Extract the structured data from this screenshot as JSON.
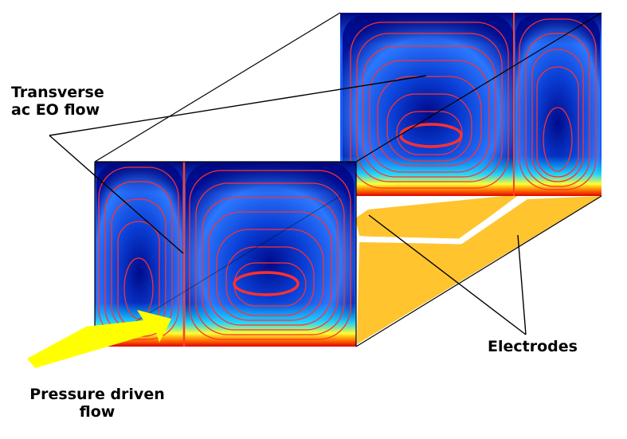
{
  "labels": {
    "transverse_line1": "Transverse",
    "transverse_line2": "ac EO flow",
    "electrodes": "Electrodes",
    "pressure_line1": "Pressure driven",
    "pressure_line2": "flow"
  },
  "colors": {
    "electrode_fill": "#ffc42e",
    "arrow_fill": "#ffff00",
    "field_dark": "#000a8a",
    "field_mid": "#2c78ff",
    "field_edge_red": "#ff2400",
    "streamline": "#ff3030",
    "leader_line": "#000000"
  },
  "panels": [
    {
      "name": "front-cross-section",
      "vortices": 2,
      "note_order": "small-left-large-right"
    },
    {
      "name": "back-cross-section",
      "vortices": 2,
      "note_order": "large-left-small-right"
    }
  ]
}
